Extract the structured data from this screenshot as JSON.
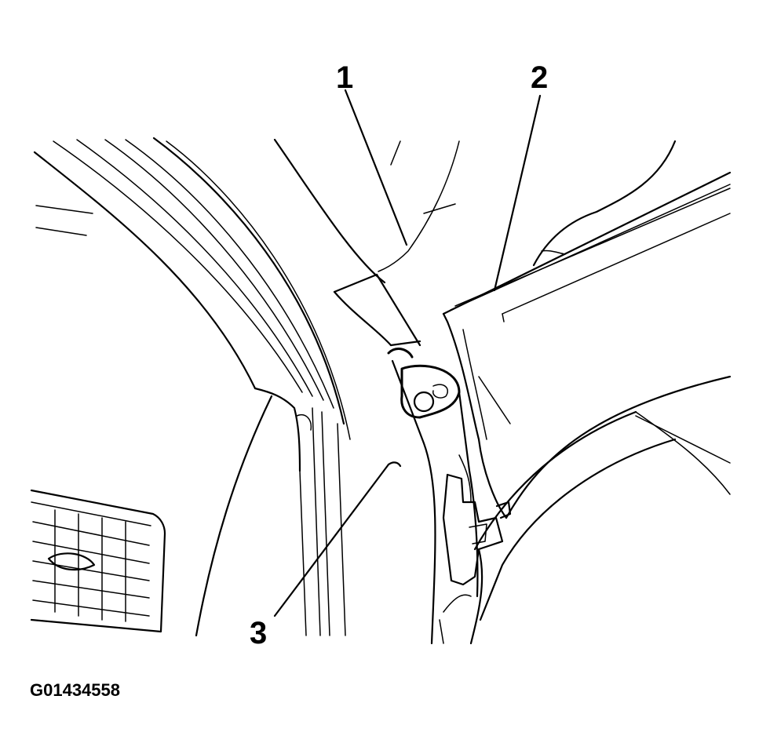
{
  "callouts": [
    {
      "id": "1",
      "label": "1"
    },
    {
      "id": "2",
      "label": "2"
    },
    {
      "id": "3",
      "label": "3"
    }
  ],
  "figure_id": "G01434558",
  "colors": {
    "ink": "#000000",
    "paper": "#ffffff"
  }
}
